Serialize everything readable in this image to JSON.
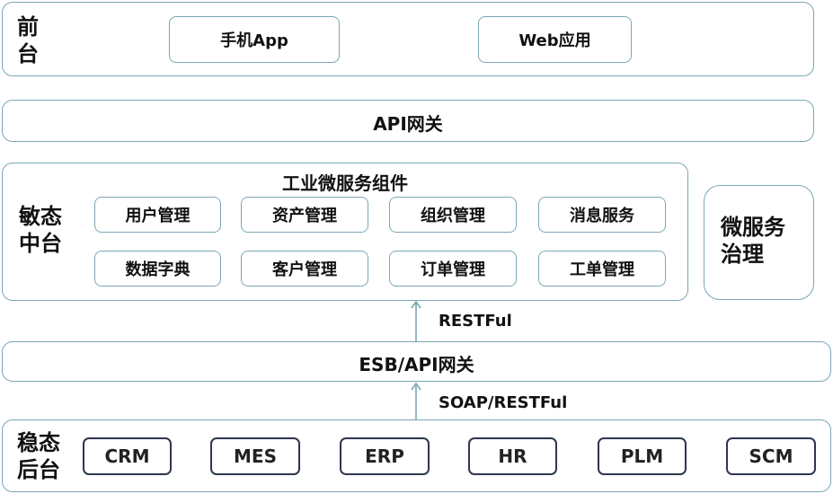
{
  "front": {
    "label": "前\n台",
    "apps": [
      "手机App",
      "Web应用"
    ]
  },
  "api_gateway": "API网关",
  "agile": {
    "label": "敏态\n中台",
    "title": "工业微服务组件",
    "components": [
      "用户管理",
      "资产管理",
      "组织管理",
      "消息服务",
      "数据字典",
      "客户管理",
      "订单管理",
      "工单管理"
    ]
  },
  "governance": "微服务\n治理",
  "restful_label": "RESTFul",
  "esb_gateway": "ESB/API网关",
  "soap_label": "SOAP/RESTFul",
  "stable": {
    "label": "稳态\n后台",
    "systems": [
      "CRM",
      "MES",
      "ERP",
      "HR",
      "PLM",
      "SCM"
    ]
  },
  "colors": {
    "teal_border": "#7aa7b5",
    "dark_border": "#2e3650",
    "arrow": "#7aa7b5"
  }
}
